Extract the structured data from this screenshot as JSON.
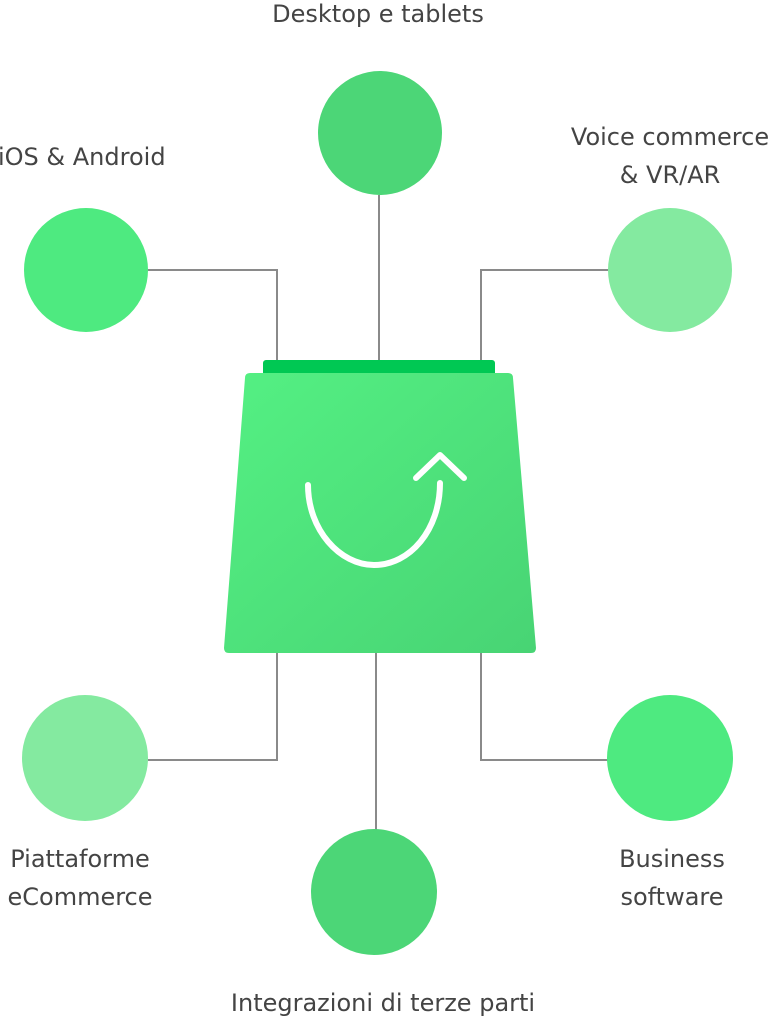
{
  "colors": {
    "dark": "#4cd677",
    "mid": "#4eea80",
    "light": "#84eaa0",
    "lid": "#00c853",
    "line": "#8a8a8a"
  },
  "center": {
    "icon": "shopping-bag-refresh-icon"
  },
  "nodes": {
    "top": {
      "line1": "Desktop e tablets"
    },
    "top_left": {
      "line1": "iOS & Android"
    },
    "top_right": {
      "line1": "Voice commerce",
      "line2": "& VR/AR"
    },
    "bottom_left": {
      "line1": "Piattaforme",
      "line2": "eCommerce"
    },
    "bottom_right": {
      "line1": "Business",
      "line2": "software"
    },
    "bottom": {
      "line1": "Integrazioni di terze parti"
    }
  }
}
